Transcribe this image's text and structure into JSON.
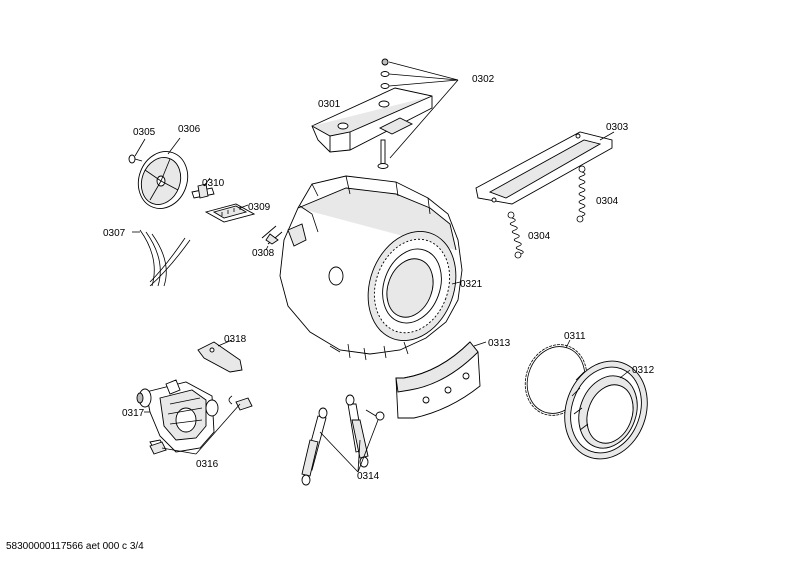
{
  "labels": {
    "p0301": "0301",
    "p0302": "0302",
    "p0303": "0303",
    "p0304a": "0304",
    "p0304b": "0304",
    "p0305": "0305",
    "p0306": "0306",
    "p0307": "0307",
    "p0308": "0308",
    "p0309": "0309",
    "p0310": "0310",
    "p0311": "0311",
    "p0312": "0312",
    "p0313": "0313",
    "p0314": "0314",
    "p0316": "0316",
    "p0317": "0317",
    "p0318": "0318",
    "p0321": "0321"
  },
  "footer": "58300000117566 aet 000 c 3/4"
}
